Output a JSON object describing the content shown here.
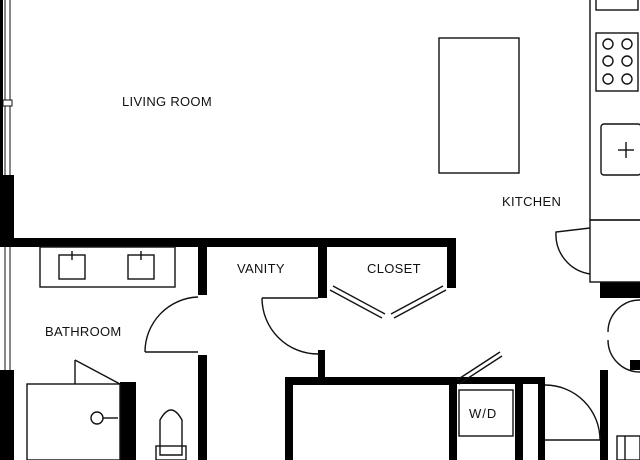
{
  "floor_plan": {
    "colors": {
      "wall": "#000000",
      "line": "#111111",
      "background": "#ffffff"
    },
    "rooms": {
      "living_room": "LIVING ROOM",
      "kitchen": "KITCHEN",
      "vanity": "VANITY",
      "closet": "CLOSET",
      "bathroom": "BATHROOM",
      "washer_dryer": "W/D"
    },
    "fixtures": [
      "kitchen-island",
      "cooktop",
      "kitchen-sink",
      "double-vanity-sinks",
      "toilet",
      "shower",
      "washer-dryer-closet"
    ]
  }
}
